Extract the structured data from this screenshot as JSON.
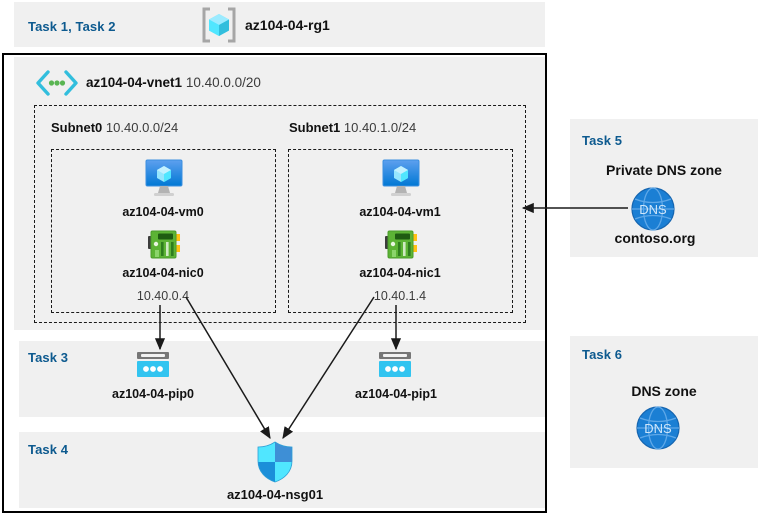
{
  "diagram": {
    "type": "azure-architecture",
    "resource_group": {
      "task_label": "Task 1, Task 2",
      "name": "az104-04-rg1",
      "icon": "resource-group-icon"
    },
    "vnet": {
      "name": "az104-04-vnet1",
      "cidr": "10.40.0.0/20",
      "icon": "virtual-network-icon"
    },
    "subnets": [
      {
        "name": "Subnet0",
        "cidr": "10.40.0.0/24",
        "vm": {
          "name": "az104-04-vm0",
          "icon": "virtual-machine-icon"
        },
        "nic": {
          "name": "az104-04-nic0",
          "ip": "10.40.0.4",
          "icon": "network-interface-icon"
        }
      },
      {
        "name": "Subnet1",
        "cidr": "10.40.1.0/24",
        "vm": {
          "name": "az104-04-vm1",
          "icon": "virtual-machine-icon"
        },
        "nic": {
          "name": "az104-04-nic1",
          "ip": "10.40.1.4",
          "icon": "network-interface-icon"
        }
      }
    ],
    "tasks": {
      "task3": {
        "label": "Task 3",
        "public_ips": [
          {
            "name": "az104-04-pip0",
            "icon": "public-ip-icon"
          },
          {
            "name": "az104-04-pip1",
            "icon": "public-ip-icon"
          }
        ]
      },
      "task4": {
        "label": "Task 4",
        "nsg": {
          "name": "az104-04-nsg01",
          "icon": "network-security-group-icon"
        }
      },
      "task5": {
        "label": "Task 5",
        "heading": "Private DNS zone",
        "zone_name": "contoso.org",
        "icon": "dns-zone-icon",
        "icon_text": "DNS"
      },
      "task6": {
        "label": "Task 6",
        "heading": "DNS zone",
        "icon": "dns-zone-icon",
        "icon_text": "DNS"
      }
    },
    "colors": {
      "task_label": "#0d5a8f",
      "panel_bg": "#f0f0f0",
      "page_bg": "#ffffff",
      "border": "#000000",
      "azure_blue": "#0078d4",
      "cyan": "#32c4f0",
      "nic_green": "#5cb335",
      "dns_blue": "#1b7fd4"
    }
  }
}
